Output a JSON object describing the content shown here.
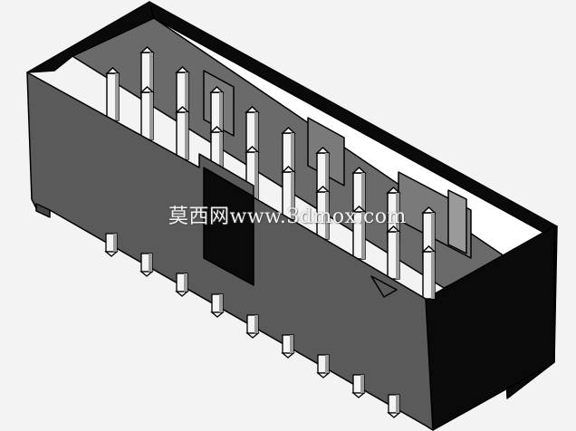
{
  "image": {
    "subject": "box-header-connector-render",
    "pin_rows": 2,
    "pins_per_row": 10
  },
  "watermark": {
    "text": "莫西网www.3dmox.com"
  },
  "colors": {
    "background": "#f3f3f3",
    "body_front": "#5a5a5a",
    "body_top_rim": "#0a0a0a",
    "cavity_wall": "#ffffff",
    "cavity_floor": "#6a6a6a",
    "pin_light": "#f4f4f4",
    "pin_shadow": "#9a9a9a",
    "outline": "#000000"
  }
}
